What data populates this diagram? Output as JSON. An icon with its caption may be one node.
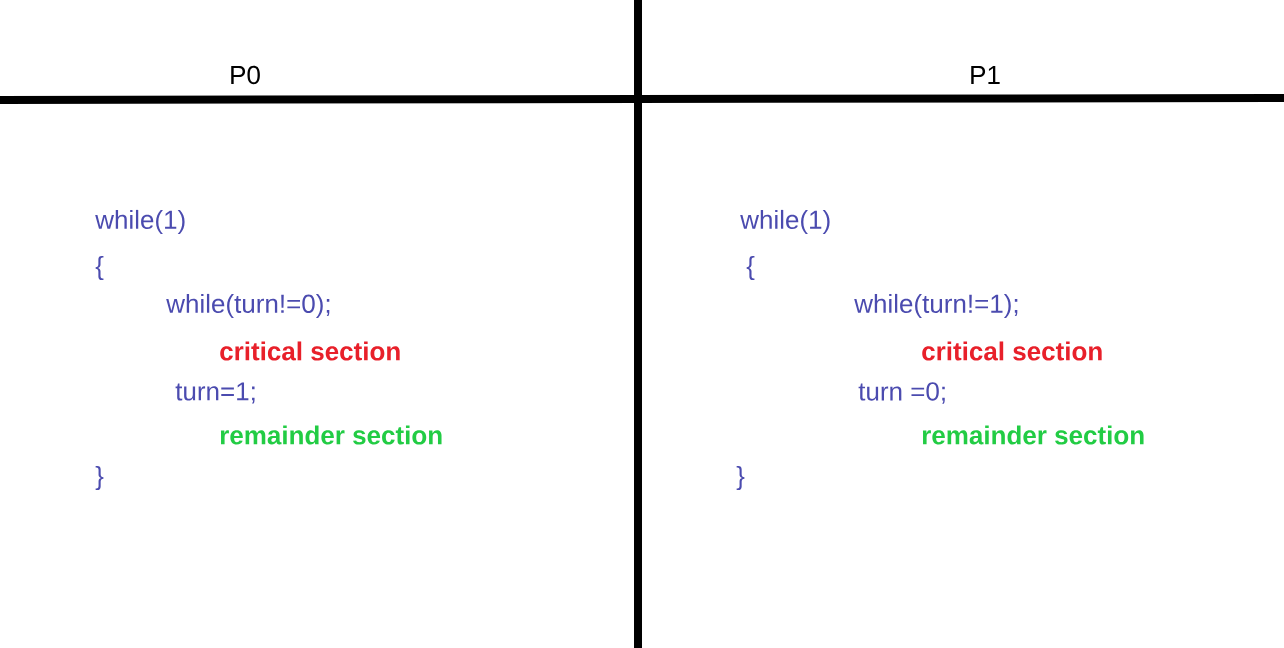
{
  "diagram": {
    "labels": [
      "P0",
      "P1",
      "while(1)",
      "{",
      "while(turn!=0);",
      "critical section",
      "turn=1;",
      "remainder section",
      "}",
      "while(1)",
      "{",
      "while(turn!=1);",
      "critical section",
      "turn =0;",
      "remainder section",
      "}"
    ]
  }
}
